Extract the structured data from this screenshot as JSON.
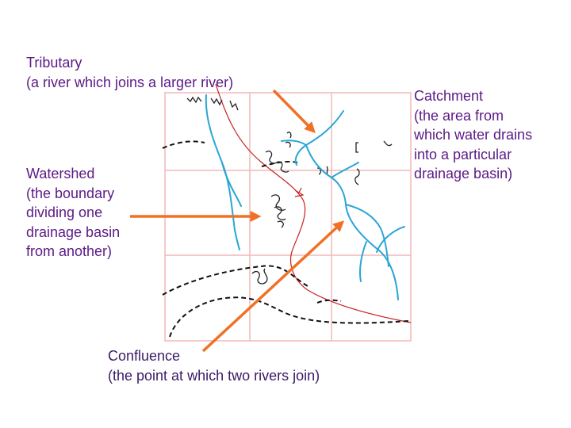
{
  "colors": {
    "label_text": "#5b1a86",
    "confluence_text": "#3a1a66",
    "arrow": "#f07126",
    "river": "#2aa6d6",
    "grid": "#f2b8b8",
    "catchment_outline": "#c82020",
    "watershed_dashes": "#111111"
  },
  "labels": {
    "tributary": {
      "line1": "Tributary",
      "line2": "(a river which joins a larger river)"
    },
    "watershed": {
      "line1": "Watershed",
      "line2": "(the boundary",
      "line3": "dividing one",
      "line4": "drainage basin",
      "line5": "from another)"
    },
    "confluence": {
      "line1": "Confluence",
      "line2": "(the point at which two rivers join)"
    },
    "catchment": {
      "line1": "Catchment",
      "line2": "(the area from",
      "line3": "which water drains",
      "line4": "into a particular",
      "line5": "drainage basin)"
    }
  },
  "icons": {
    "arrow": "arrow-icon"
  }
}
